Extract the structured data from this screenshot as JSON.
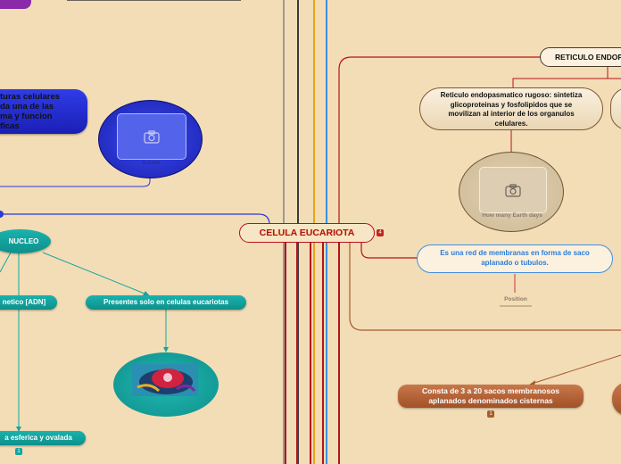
{
  "central": {
    "label": "CELULA EUCARIOTA",
    "badge": "4"
  },
  "right": {
    "reticulo_title": "RETICULO ENDOPL",
    "rugoso": "Reticulo endopasmatico rugoso: sintetiza glicoproteinas y fosfolipidos que se movilizan al interior de los organulos celulares.",
    "image_caption": "How many Earth days",
    "red_membranas": "Es una red de membranas en forma de saco aplanado o tubulos.",
    "position_label": "Position",
    "sacos": "Consta de 3 a 20 sacos membranosos aplanados denominados cisternas",
    "sacos_badge": "1"
  },
  "left": {
    "estructuras": "turas celulares da una de las ma y funcion ficas",
    "estructuras_lines": [
      "turas celulares",
      "da una de las",
      "ma y funcion",
      "ficas"
    ],
    "blue_image_caption": "Subtitle",
    "nucleo": "NUCLEO",
    "genetico": "netico [ADN]",
    "presentes": "Presentes solo en celulas eucariotas",
    "esferica": "a esferica y ovalada",
    "esferica_badge": "1"
  },
  "colors": {
    "background": "#f3ddb6",
    "red_line": "#b5121b",
    "gold_line": "#e8a317",
    "blue_line": "#2e7bd6",
    "dark_line": "#3b3b3b",
    "teal": "#13a6a1",
    "blue_node": "#1f2fd0",
    "brown_node": "#b0602e"
  },
  "icons": [
    "camera-icon",
    "image-thumbnail"
  ]
}
